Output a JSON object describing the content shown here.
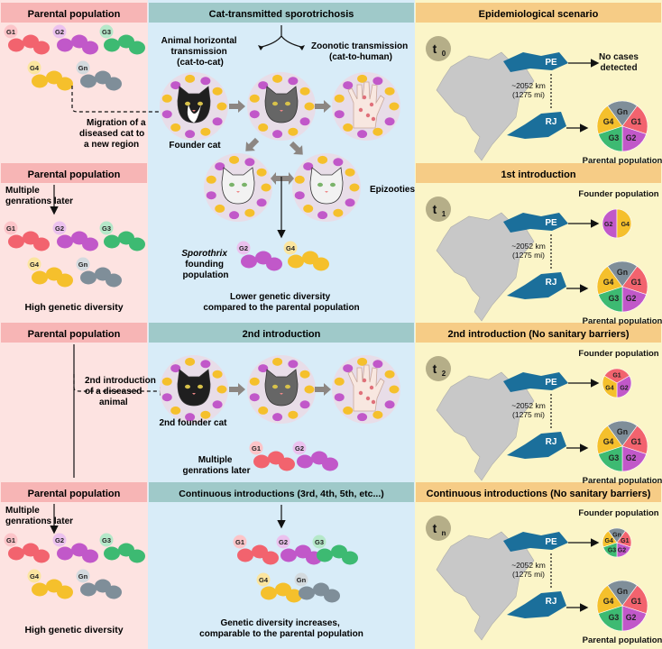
{
  "columns": {
    "left_headers": [
      "Parental population",
      "Parental population",
      "Parental population",
      "Parental population"
    ],
    "mid_headers": [
      "Cat-transmitted sporotrichosis",
      "",
      "2nd introduction",
      "Continuous introductions (3rd, 4th, 5th, etc...)"
    ],
    "right_headers": [
      "Epidemiological scenario",
      "1st introduction",
      "2nd introduction (No sanitary barriers)",
      "Continuous introductions (No sanitary barriers)"
    ]
  },
  "genotypes": {
    "labels": [
      "G1",
      "G2",
      "G3",
      "G4",
      "Gn"
    ],
    "colors": [
      "#f2636e",
      "#c158c9",
      "#3dba72",
      "#f5c02c",
      "#7f8e99"
    ]
  },
  "left": {
    "migration": "Migration of a diseased cat to a new region",
    "multiple_generations": "Multiple genrations later",
    "high_diversity": "High genetic diversity",
    "second_intro": "2nd introduction of a diseased animal"
  },
  "mid": {
    "animal_horizontal": "Animal horizontal transmission (cat-to-cat)",
    "zoonotic": "Zoonotic transmission (cat-to-human)",
    "founder_cat": "Founder cat",
    "epizooties": "Epizooties",
    "founding_population_italic": "Sporothrix",
    "founding_population": "founding population",
    "lower_diversity": "Lower genetic diversity compared to the parental population",
    "second_founder_cat": "2nd founder cat",
    "multiple_generations": "Multiple genrations later",
    "diversity_increases": "Genetic diversity increases, comparable to the parental population"
  },
  "right": {
    "time_labels": [
      "t",
      "t",
      "t",
      "t"
    ],
    "time_subs": [
      "0",
      "1",
      "2",
      "n"
    ],
    "state_pe": "PE",
    "state_rj": "RJ",
    "distance": "~2052 km (1275 mi)",
    "no_cases": "No cases detected",
    "founder_population": "Founder population",
    "parental_population": "Parental population"
  }
}
